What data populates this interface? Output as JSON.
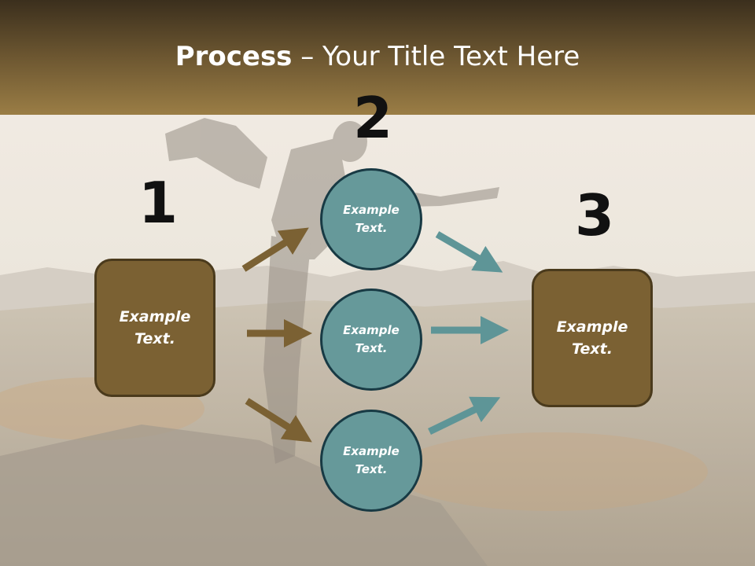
{
  "title": {
    "bold": "Process",
    "rest": " – Your Title Text Here"
  },
  "steps": [
    {
      "number": "1"
    },
    {
      "number": "2"
    },
    {
      "number": "3"
    }
  ],
  "box_left": {
    "text": "Example Text."
  },
  "circles": [
    {
      "text": "Example Text."
    },
    {
      "text": "Example Text."
    },
    {
      "text": "Example Text."
    }
  ],
  "box_right": {
    "text": "Example Text."
  },
  "colors": {
    "box_fill": "#7b6133",
    "box_border": "#4a3a1c",
    "circle_fill": "#66999a",
    "circle_border": "#183a44",
    "arrow_brown": "#7b6133",
    "arrow_teal": "#5e9597",
    "header_gradient": [
      "#3b2f1d",
      "#9a7d45"
    ]
  }
}
